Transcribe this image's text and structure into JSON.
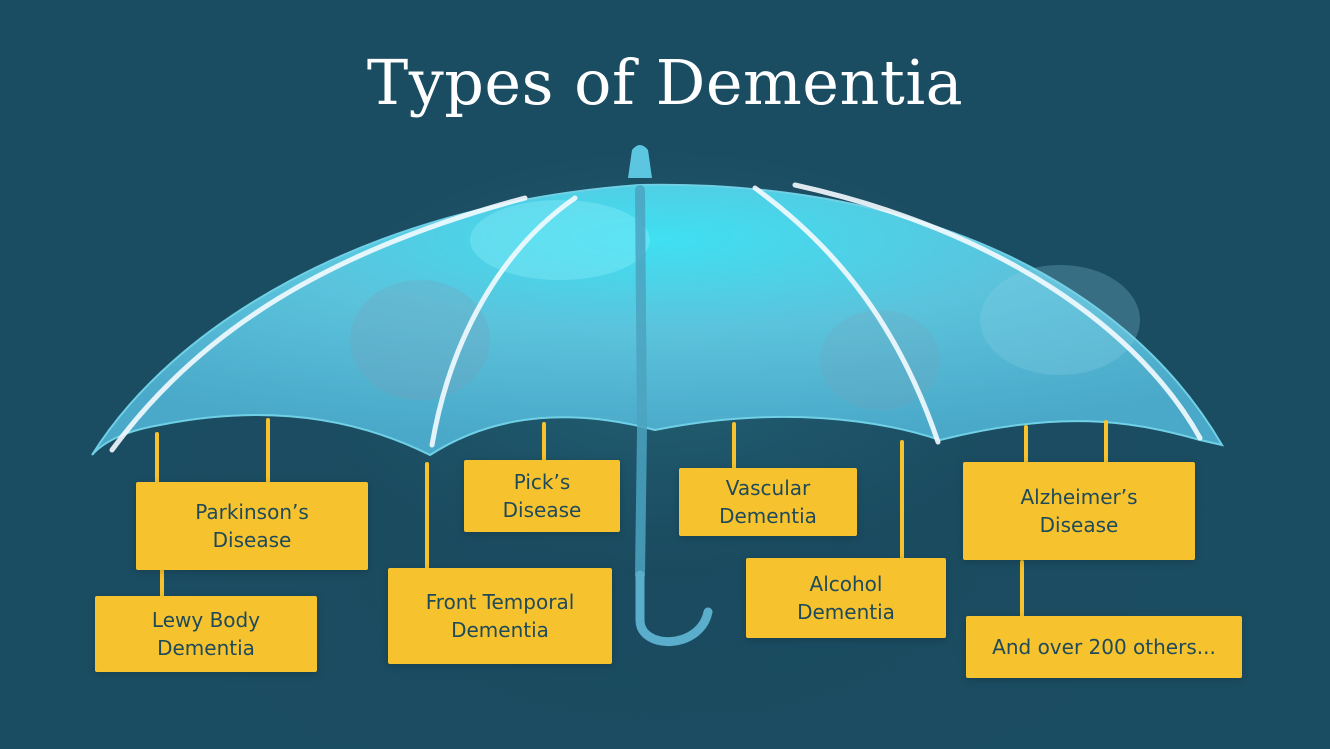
{
  "title": "Types of Dementia",
  "labels": {
    "parkinsons": "Parkinson’s\nDisease",
    "lewy_body": "Lewy Body\nDementia",
    "front_temporal": "Front Temporal\nDementia",
    "picks": "Pick’s\nDisease",
    "vascular": "Vascular\nDementia",
    "alcohol": "Alcohol\nDementia",
    "alzheimers": "Alzheimer’s\nDisease",
    "others": "And over 200 others..."
  },
  "colors": {
    "background": "#1b4d62",
    "umbrella": "#5cc6e0",
    "label_fill": "#f6c22d",
    "label_text": "#1f4a5a",
    "title": "#ffffff"
  }
}
